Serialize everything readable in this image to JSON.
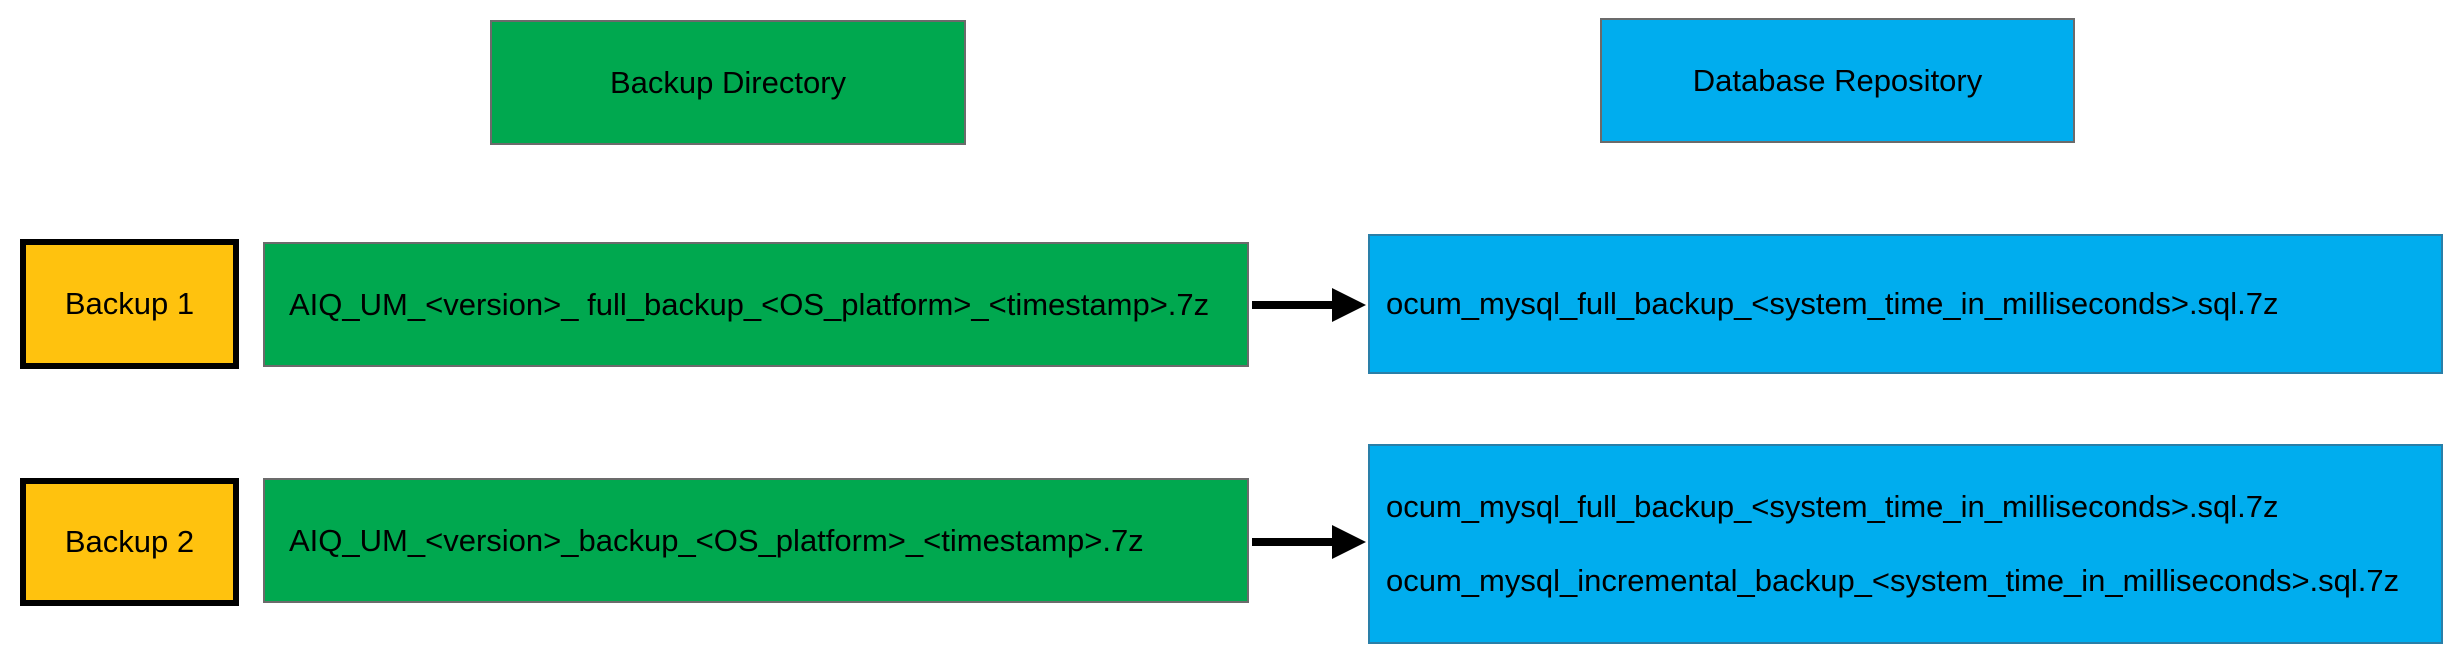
{
  "diagram": {
    "title_columns": {
      "backup_directory": "Backup Directory",
      "database_repository": "Database Repository"
    },
    "colors": {
      "green": "#00A84F",
      "blue": "#00ADEE",
      "orange": "#FFC20E",
      "border_gray": "#6b6b6b",
      "border_black": "#000000",
      "text": "#000000",
      "background": "#ffffff"
    },
    "rows": [
      {
        "tag": "Backup 1",
        "backup_directory_file": "AIQ_UM_<version>_ full_backup_<OS_platform>_<timestamp>.7z",
        "database_repository_files": [
          "ocum_mysql_full_backup_<system_time_in_milliseconds>.sql.7z"
        ],
        "arrow": "arrow-right-icon"
      },
      {
        "tag": "Backup 2",
        "backup_directory_file": "AIQ_UM_<version>_backup_<OS_platform>_<timestamp>.7z",
        "database_repository_files": [
          "ocum_mysql_full_backup_<system_time_in_milliseconds>.sql.7z",
          "ocum_mysql_incremental_backup_<system_time_in_milliseconds>.sql.7z"
        ],
        "arrow": "arrow-right-icon"
      }
    ]
  }
}
